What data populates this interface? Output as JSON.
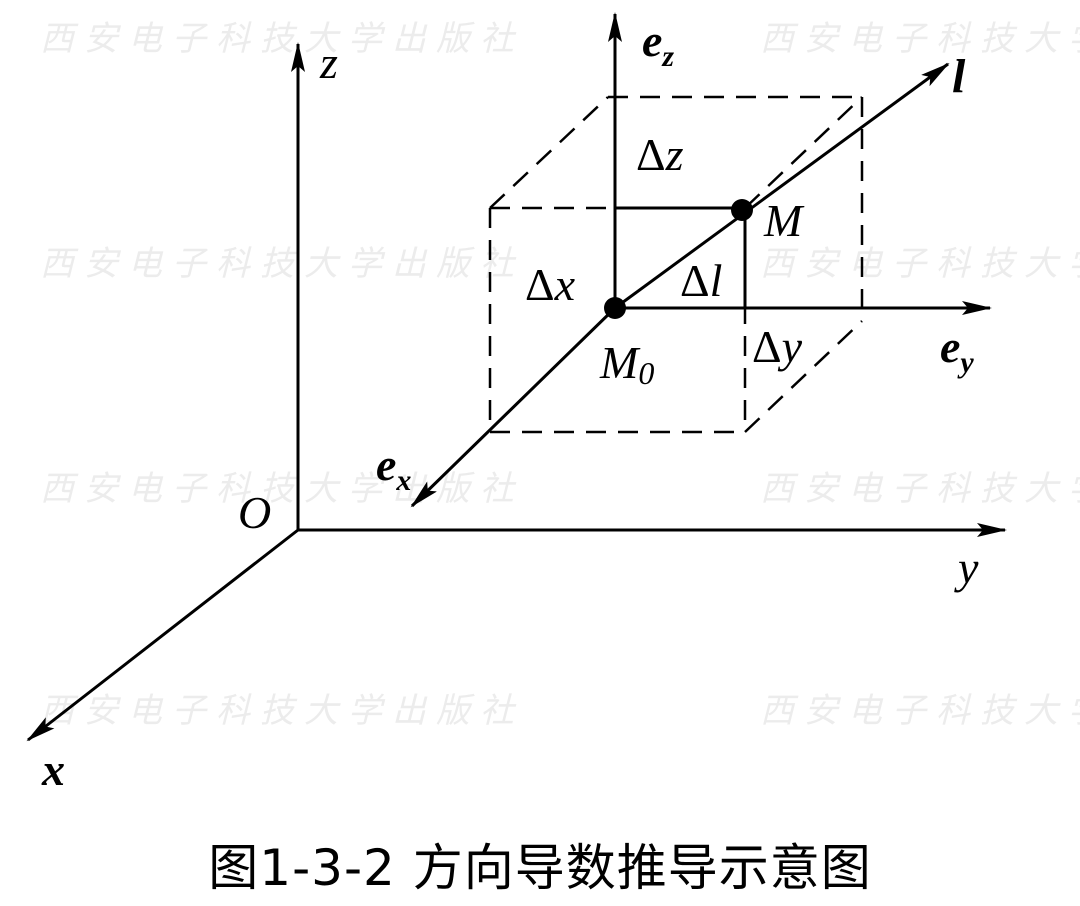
{
  "labels": {
    "z_axis": "z",
    "y_axis": "y",
    "x_axis": "x",
    "origin": "O",
    "e_z": "e",
    "e_z_sub": "z",
    "e_y": "e",
    "e_y_sub": "y",
    "e_x": "e",
    "e_x_sub": "x",
    "l": "l",
    "delta_z_sym": "Δ",
    "delta_z_var": "z",
    "delta_x_sym": "Δ",
    "delta_x_var": "x",
    "delta_l_sym": "Δ",
    "delta_l_var": "l",
    "delta_y_sym": "Δ",
    "delta_y_var": "y",
    "M": "M",
    "M0": "M",
    "M0_sub": "0"
  },
  "watermark": "西安电子科技大学出版社",
  "caption": "图1-3-2  方向导数推导示意图"
}
